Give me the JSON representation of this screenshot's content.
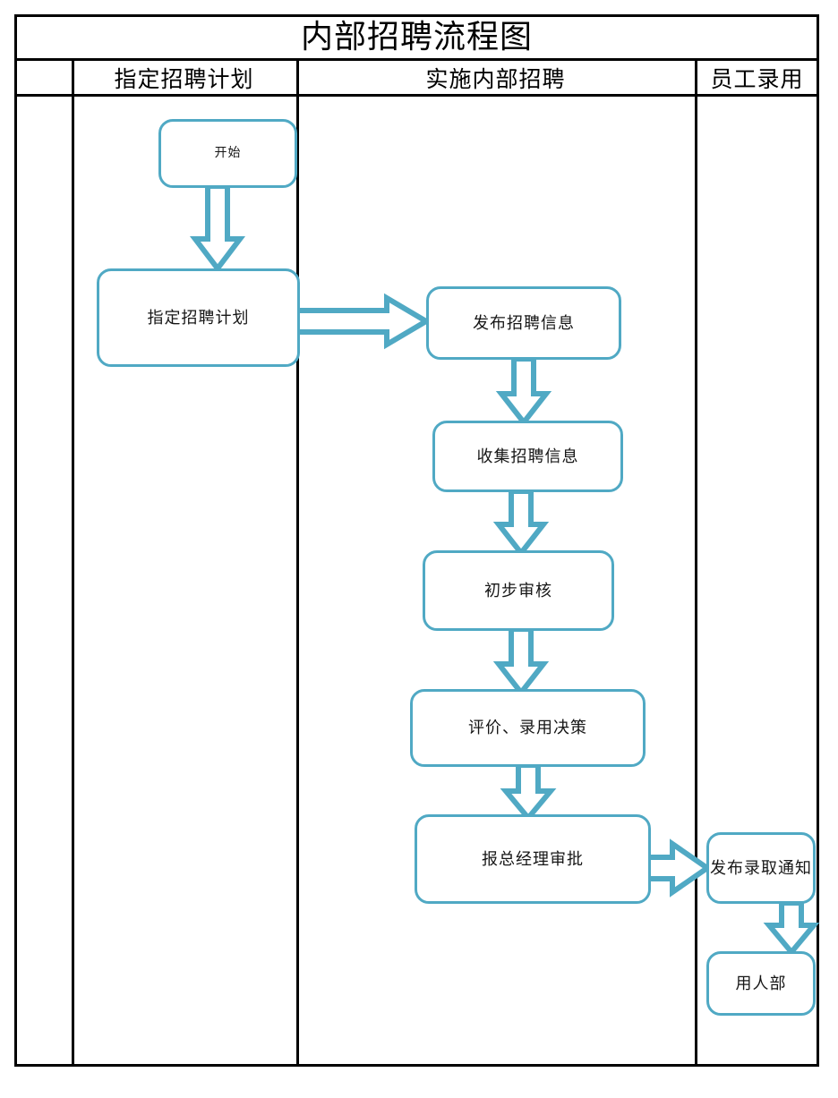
{
  "document": {
    "title": "内部招聘流程图"
  },
  "table": {
    "headers": [
      {
        "id": "spacer",
        "label": ""
      },
      {
        "id": "plan",
        "label": "指定招聘计划"
      },
      {
        "id": "implement",
        "label": "实施内部招聘"
      },
      {
        "id": "hire",
        "label": "员工录用"
      }
    ]
  },
  "colors": {
    "node_border": "#50A9C4",
    "node_fill": "#FFFFFF",
    "table_border": "#000000",
    "text": "#161616"
  },
  "flow": {
    "nodes": [
      {
        "id": "start",
        "label": "开始",
        "column": "plan"
      },
      {
        "id": "make-plan",
        "label": "指定招聘计划",
        "column": "plan"
      },
      {
        "id": "publish-info",
        "label": "发布招聘信息",
        "column": "implement"
      },
      {
        "id": "collect-info",
        "label": "收集招聘信息",
        "column": "implement"
      },
      {
        "id": "initial-review",
        "label": "初步审核",
        "column": "implement"
      },
      {
        "id": "evaluate-decide",
        "label": "评价、录用决策",
        "column": "implement"
      },
      {
        "id": "manager-approval",
        "label": "报总经理审批",
        "column": "implement"
      },
      {
        "id": "publish-offer",
        "label": "发布录取通知",
        "column": "hire"
      },
      {
        "id": "hiring-dept",
        "label": "用人部",
        "column": "hire"
      }
    ],
    "connectors": [
      {
        "from": "start",
        "to": "make-plan",
        "direction": "down"
      },
      {
        "from": "make-plan",
        "to": "publish-info",
        "direction": "right"
      },
      {
        "from": "publish-info",
        "to": "collect-info",
        "direction": "down"
      },
      {
        "from": "collect-info",
        "to": "initial-review",
        "direction": "down"
      },
      {
        "from": "initial-review",
        "to": "evaluate-decide",
        "direction": "down"
      },
      {
        "from": "evaluate-decide",
        "to": "manager-approval",
        "direction": "down"
      },
      {
        "from": "manager-approval",
        "to": "publish-offer",
        "direction": "right"
      },
      {
        "from": "publish-offer",
        "to": "hiring-dept",
        "direction": "down"
      }
    ]
  }
}
